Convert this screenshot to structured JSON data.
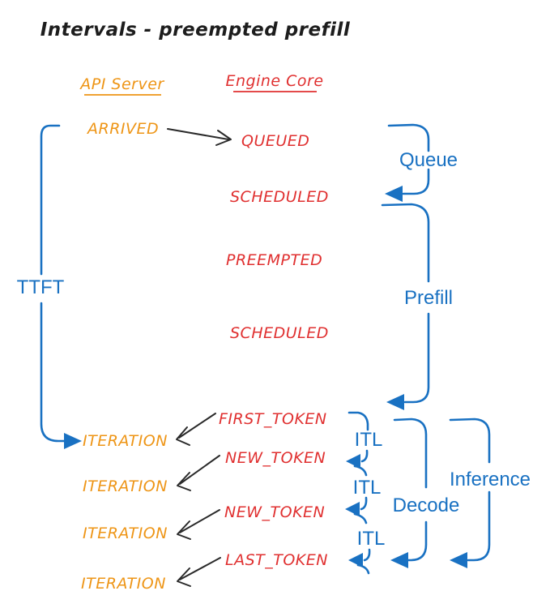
{
  "title": "Intervals - preempted prefill",
  "headers": {
    "api_server": {
      "label": "API Server",
      "color": "#ee9516"
    },
    "engine_core": {
      "label": "Engine Core",
      "color": "#e03030"
    }
  },
  "events": {
    "api": [
      "ARRIVED",
      "ITERATION",
      "ITERATION",
      "ITERATION",
      "ITERATION"
    ],
    "engine": [
      "QUEUED",
      "SCHEDULED",
      "PREEMPTED",
      "SCHEDULED",
      "FIRST_TOKEN",
      "NEW_TOKEN",
      "NEW_TOKEN",
      "LAST_TOKEN"
    ]
  },
  "intervals": {
    "ttft": "TTFT",
    "queue": "Queue",
    "prefill": "Prefill",
    "itl": [
      "ITL",
      "ITL",
      "ITL"
    ],
    "decode": "Decode",
    "inference": "Inference"
  },
  "colors": {
    "api_server_events": "#ee9516",
    "engine_core_events": "#e03030",
    "interval_brackets": "#1971c2",
    "transition_arrows": "#2a2a2a",
    "title_text": "#1d1d1d",
    "background": "#ffffff"
  }
}
